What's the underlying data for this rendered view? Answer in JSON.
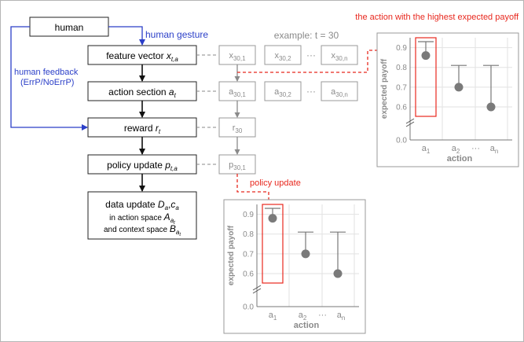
{
  "flow": {
    "human": "human",
    "feature_vector": {
      "label": "feature vector ",
      "var": "x",
      "sub": "t,a"
    },
    "action_selection": {
      "label": "action section ",
      "var": "a",
      "sub": "t"
    },
    "reward": {
      "label": "reward ",
      "var": "r",
      "sub": "t"
    },
    "policy_update": {
      "label": "policy update ",
      "var": "p",
      "sub": "t,a"
    },
    "data_update": {
      "line1_label": "data update ",
      "line1_var_d": "D",
      "line1_sub_d": "a",
      "line1_sep": ",",
      "line1_var_c": "c",
      "line1_sub_c": "a",
      "line2_label": "in action space ",
      "line2_var": "A",
      "line2_sub": "a",
      "line2_subsub": "t",
      "line3_label": "and context space ",
      "line3_var": "B",
      "line3_sub": "a",
      "line3_subsub": "t"
    }
  },
  "labels": {
    "human_gesture": "human gesture",
    "human_feedback_line1": "human feedback",
    "human_feedback_line2": "(ErrP/NoErrP)",
    "example": "example: t = 30",
    "highest_payoff": "the action with the highest expected payoff",
    "policy_update_annotation": "policy update",
    "dots": "···"
  },
  "example": {
    "x_row": [
      {
        "base": "x",
        "sub": "30,1"
      },
      {
        "base": "x",
        "sub": "30,2"
      },
      {
        "base": "x",
        "sub": "30,n"
      }
    ],
    "a_row": [
      {
        "base": "a",
        "sub": "30,1"
      },
      {
        "base": "a",
        "sub": "30,2"
      },
      {
        "base": "a",
        "sub": "30,n"
      }
    ],
    "r": {
      "base": "r",
      "sub": "30"
    },
    "p": {
      "base": "p",
      "sub": "30,1"
    }
  },
  "colors": {
    "blue": "#2b3fc8",
    "red": "#e8281e",
    "gray_box": "#999999",
    "gray_text": "#8a8a8a",
    "dot": "#7a7a7a"
  },
  "chart_data": [
    {
      "type": "scatter",
      "ylabel": "expected payoff",
      "xlabel": "action",
      "ylim": [
        0.0,
        0.95
      ],
      "yticks": [
        "0.0",
        "0.6",
        "0.7",
        "0.8",
        "0.9"
      ],
      "xticks": [
        {
          "base": "a",
          "sub": "1"
        },
        {
          "base": "a",
          "sub": "2"
        },
        {
          "base": "a",
          "sub": "n"
        }
      ],
      "x_dots": "···",
      "points": [
        {
          "mean": 0.86,
          "upper": 0.93
        },
        {
          "mean": 0.7,
          "upper": 0.81
        },
        {
          "mean": 0.6,
          "upper": 0.81
        }
      ],
      "highlight_index": 0
    },
    {
      "type": "scatter",
      "ylabel": "expected payoff",
      "xlabel": "action",
      "ylim": [
        0.0,
        0.95
      ],
      "yticks": [
        "0.0",
        "0.6",
        "0.7",
        "0.8",
        "0.9"
      ],
      "xticks": [
        {
          "base": "a",
          "sub": "1"
        },
        {
          "base": "a",
          "sub": "2"
        },
        {
          "base": "a",
          "sub": "n"
        }
      ],
      "x_dots": "···",
      "points": [
        {
          "mean": 0.88,
          "upper": 0.93
        },
        {
          "mean": 0.7,
          "upper": 0.81
        },
        {
          "mean": 0.6,
          "upper": 0.81
        }
      ],
      "highlight_index": 0
    }
  ]
}
